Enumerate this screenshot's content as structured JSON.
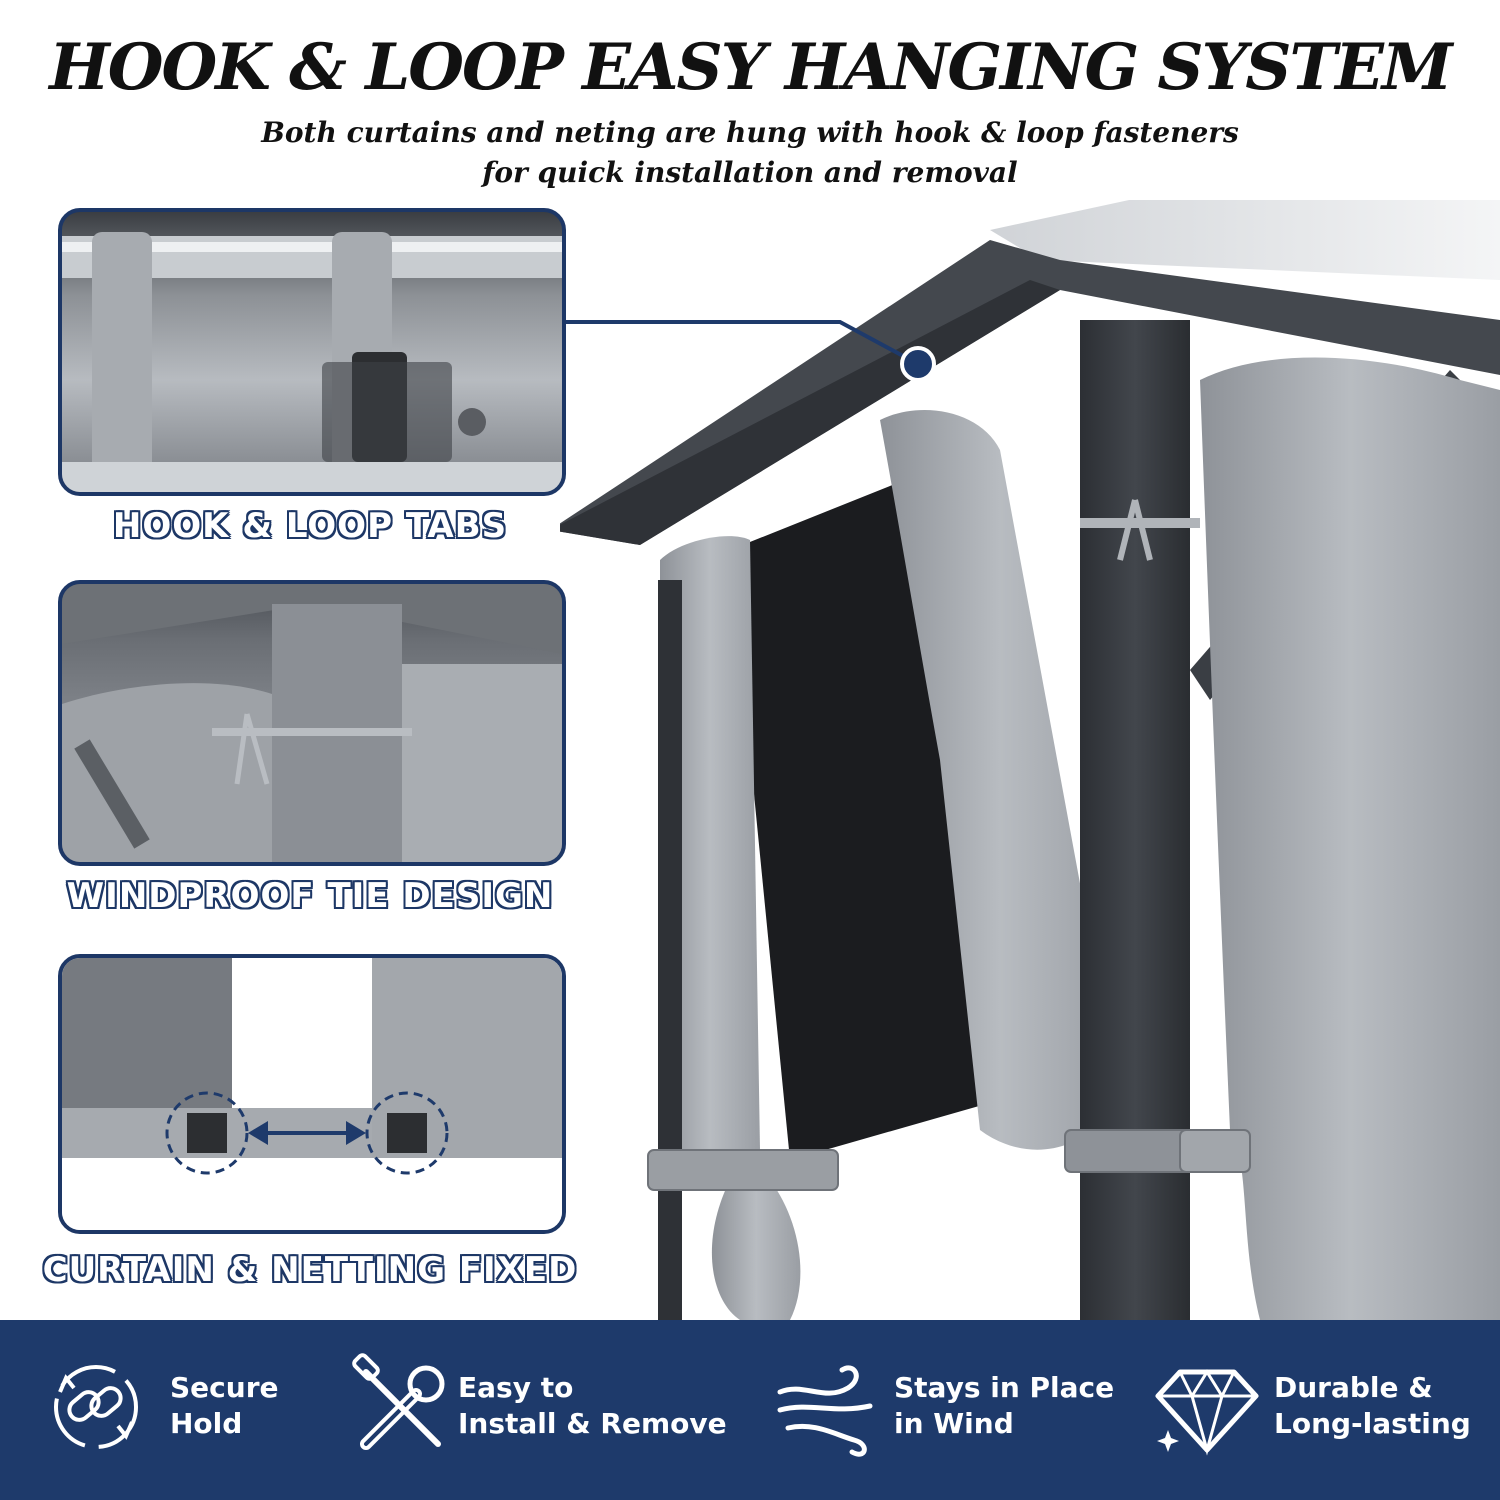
{
  "header": {
    "title": "HOOK & LOOP EASY HANGING SYSTEM",
    "subtitle_line1": "Both curtains and neting are hung with hook & loop fasteners",
    "subtitle_line2": "for quick installation and removal"
  },
  "panels": [
    {
      "label": "HOOK & LOOP TABS"
    },
    {
      "label": "WINDPROOF TIE DESIGN"
    },
    {
      "label": "CURTAIN & NETTING FIXED"
    }
  ],
  "features": [
    {
      "line1": "Secure",
      "line2": "Hold",
      "icon": "link-icon"
    },
    {
      "line1": "Easy to",
      "line2": "Install & Remove",
      "icon": "tools-icon"
    },
    {
      "line1": "Stays in Place",
      "line2": "in Wind",
      "icon": "wind-icon"
    },
    {
      "line1": "Durable &",
      "line2": "Long-lasting",
      "icon": "diamond-icon"
    }
  ],
  "colors": {
    "navy": "#1e3a6b",
    "frame": "#3b3f45",
    "curtain": "#a9adb3"
  }
}
